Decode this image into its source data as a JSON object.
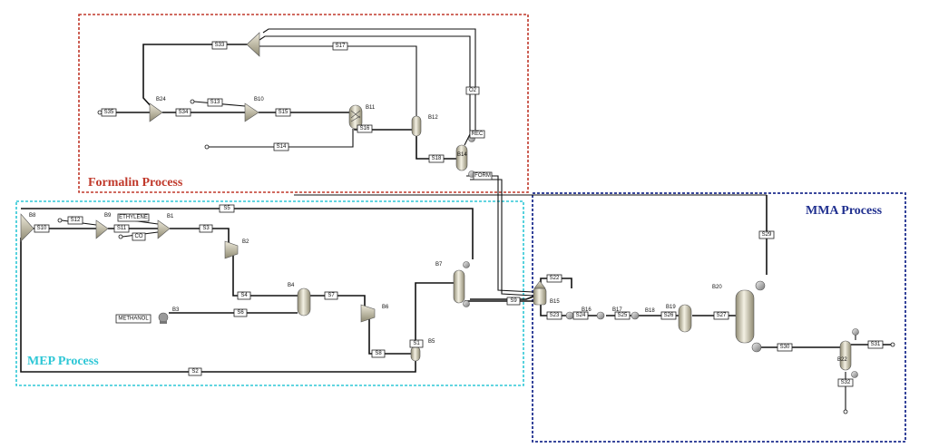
{
  "regions": {
    "formalin": {
      "title": "Formalin Process",
      "color": "#c0392b"
    },
    "mep": {
      "title": "MEP Process",
      "color": "#2ec7d6"
    },
    "mma": {
      "title": "MMA Process",
      "color": "#1f2f8f"
    }
  },
  "streams": {
    "S35": "S35",
    "S34": "S34",
    "S33": "S33",
    "S13": "S13",
    "S15": "S15",
    "S16": "S16",
    "S17": "S17",
    "S14": "S14",
    "S18": "S18",
    "O2": "O2",
    "REC": "REC",
    "FORM": "FORM",
    "S5": "S5",
    "S10": "S10",
    "S12": "S12",
    "S11": "S11",
    "ETHYLENE": "ETHYLENE",
    "CO": "CO",
    "S3": "S3",
    "S4": "S4",
    "S6": "S6",
    "S7": "S7",
    "S8": "S8",
    "S1": "S1",
    "S2": "S2",
    "S9": "S9",
    "S22": "S22",
    "S23": "S23",
    "S24": "S24",
    "S25": "S25",
    "S26": "S26",
    "S27": "S27",
    "S29": "S29",
    "S30": "S30",
    "S31": "S31",
    "S32": "S32",
    "METHANOL": "METHANOL"
  },
  "blocks": {
    "B24": "B24",
    "B10": "B10",
    "B11": "B11",
    "B12": "B12",
    "B14": "B14",
    "B8": "B8",
    "B9": "B9",
    "B1": "B1",
    "B2": "B2",
    "B3": "B3",
    "B4": "B4",
    "B6": "B6",
    "B5": "B5",
    "B7": "B7",
    "B15": "B15",
    "B16": "B16",
    "B17": "B17",
    "B18": "B18",
    "B19": "B19",
    "B20": "B20",
    "B22": "B22"
  },
  "colors": {
    "mixer": "#c9c2a4",
    "vessel": "#d8d4bf",
    "pump": "#9a9a9a"
  }
}
